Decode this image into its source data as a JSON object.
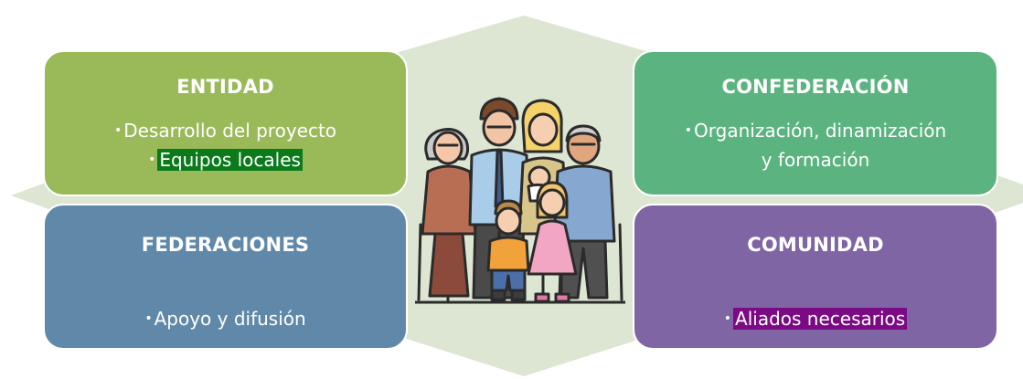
{
  "colors": {
    "background_shape": "#dde6d2",
    "entidad": "#9aba5a",
    "confederacion": "#5bb37f",
    "federaciones": "#6089a9",
    "comunidad": "#8065a5",
    "highlight_green": "#0b7a1b",
    "highlight_purple": "#7b0a84"
  },
  "center_image": "family-illustration",
  "quadrants": {
    "entidad": {
      "title": "ENTIDAD",
      "lines": [
        "Desarrollo del proyecto",
        "Equipos locales"
      ]
    },
    "confederacion": {
      "title": "CONFEDERACIÓN",
      "lines": [
        "Organización, dinamización",
        "y formación"
      ]
    },
    "federaciones": {
      "title": "FEDERACIONES",
      "lines": [
        "Apoyo y difusión"
      ]
    },
    "comunidad": {
      "title": "COMUNIDAD",
      "lines": [
        "Aliados necesarios"
      ]
    }
  }
}
